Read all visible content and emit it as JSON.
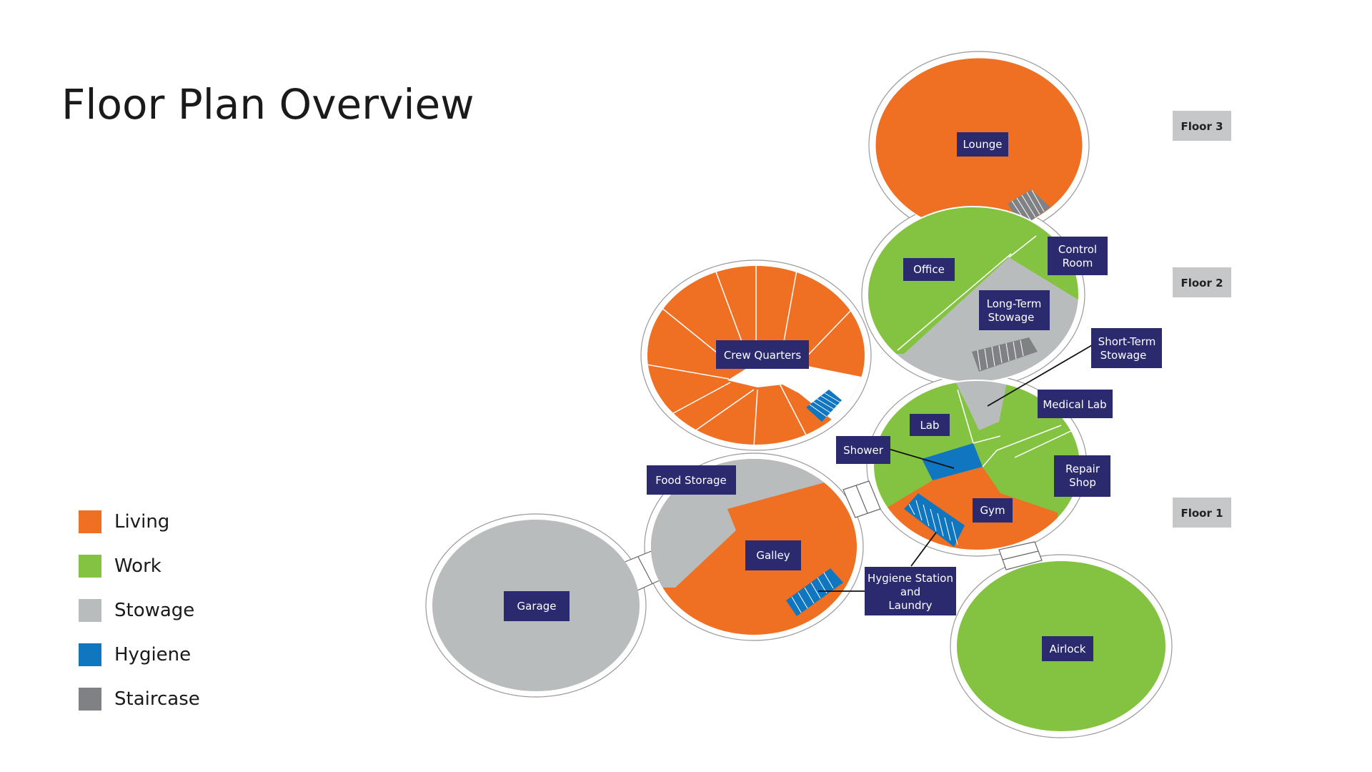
{
  "title": "Floor Plan Overview",
  "legend": [
    {
      "label": "Living",
      "color": "#ef7023"
    },
    {
      "label": "Work",
      "color": "#83c341"
    },
    {
      "label": "Stowage",
      "color": "#b9bcbd"
    },
    {
      "label": "Hygiene",
      "color": "#0f76bf"
    },
    {
      "label": "Staircase",
      "color": "#808184"
    }
  ],
  "floors": {
    "floor3": "Floor 3",
    "floor2": "Floor 2",
    "floor1": "Floor 1"
  },
  "rooms": {
    "lounge": "Lounge",
    "control_room": [
      "Control",
      "Room"
    ],
    "office": "Office",
    "long_term_stowage": [
      "Long-Term",
      "Stowage"
    ],
    "short_term_stowage": [
      "Short-Term",
      "Stowage"
    ],
    "crew_quarters": "Crew Quarters",
    "medical_lab": "Medical Lab",
    "lab": "Lab",
    "shower": "Shower",
    "repair_shop": [
      "Repair",
      "Shop"
    ],
    "gym": "Gym",
    "food_storage": "Food Storage",
    "galley": "Galley",
    "hygiene_station": [
      "Hygiene Station",
      "and",
      "Laundry"
    ],
    "garage": "Garage",
    "airlock": "Airlock"
  },
  "colors": {
    "living": "#ef7023",
    "work": "#83c341",
    "stowage": "#b9bcbd",
    "hygiene": "#0f76bf",
    "staircase": "#808184",
    "label_bg": "#2b2a6e",
    "floor_tag_bg": "#c6c7c8"
  }
}
